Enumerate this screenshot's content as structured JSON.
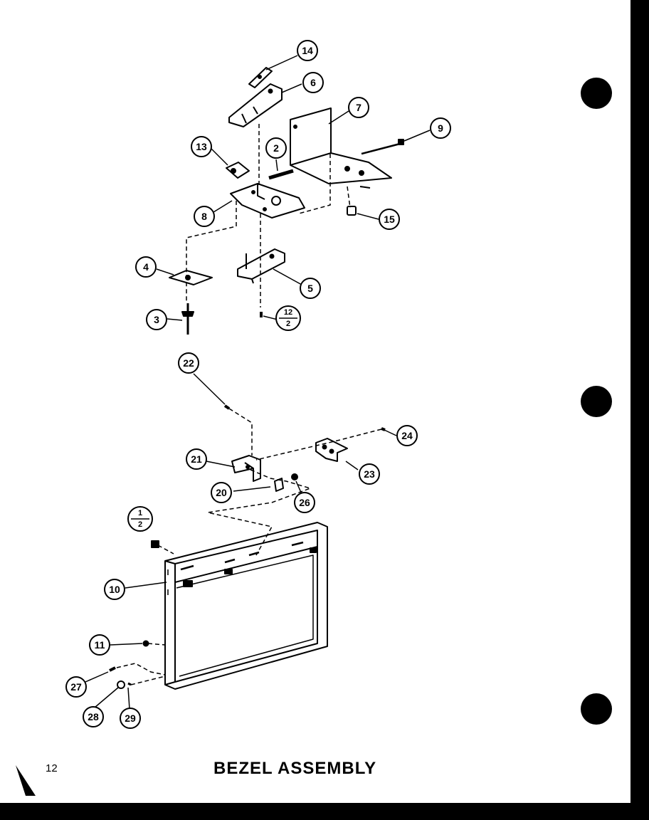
{
  "page": {
    "number": "12",
    "title": "BEZEL ASSEMBLY"
  },
  "callouts": {
    "c14": "14",
    "c6": "6",
    "c7": "7",
    "c9": "9",
    "c13": "13",
    "c2": "2",
    "c8": "8",
    "c15": "15",
    "c4": "4",
    "c5": "5",
    "c3": "3",
    "c12_2": {
      "top": "12",
      "bottom": "2"
    },
    "c22": "22",
    "c24": "24",
    "c21": "21",
    "c23": "23",
    "c20": "20",
    "c26": "26",
    "c1_2": {
      "top": "1",
      "bottom": "2"
    },
    "c10": "10",
    "c11": "11",
    "c27": "27",
    "c28": "28",
    "c29": "29"
  },
  "colors": {
    "ink": "#000000",
    "paper": "#ffffff"
  }
}
